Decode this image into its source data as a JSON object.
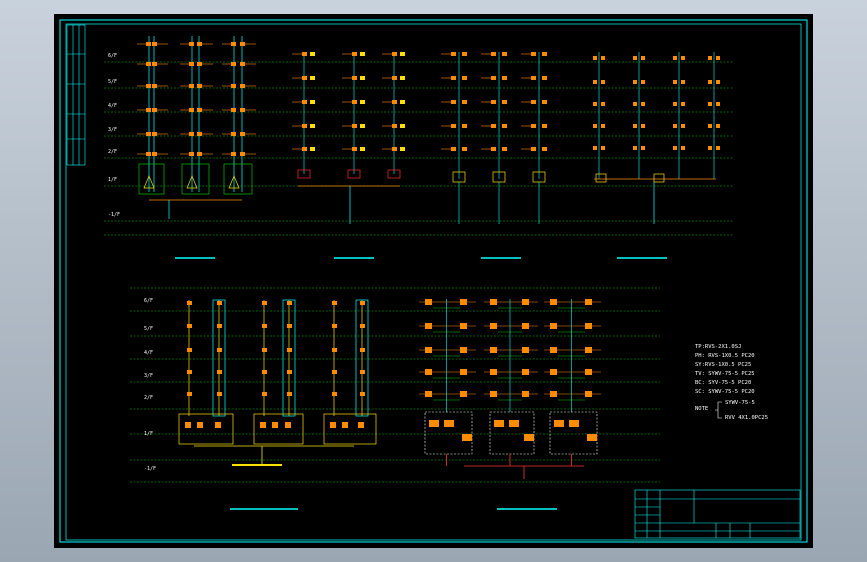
{
  "colors": {
    "frame": "#00ffff",
    "floor_line": "#00c000",
    "device_orange": "#ff8c00",
    "device_yellow": "#ffe000",
    "cable_red": "#ff3030",
    "label_white": "#ffffff",
    "sheet_background": "#000000",
    "window_background": "#aab4bf"
  },
  "floors": {
    "upper": [
      "6/F",
      "5/F",
      "4/F",
      "3/F",
      "2/F",
      "1/F",
      "-1/F"
    ],
    "lower": [
      "6/F",
      "5/F",
      "4/F",
      "3/F",
      "2/F",
      "1/F",
      "-1/F"
    ]
  },
  "legend": {
    "lines": [
      "TP:RVS-2X1.0SJ",
      "PH: RVS-1X0.5 PC20",
      "SY:RVS-1X0.5 PC25",
      "TV: SYWV-75-5 PC25",
      "BC: SYV-75-5 PC20",
      "SC: SYWV-75-5 PC20"
    ],
    "bracket_label": "NOTE",
    "brace_item_1": "SYWV-75-5",
    "brace_item_2": "RVV 4X1.0PC25"
  }
}
